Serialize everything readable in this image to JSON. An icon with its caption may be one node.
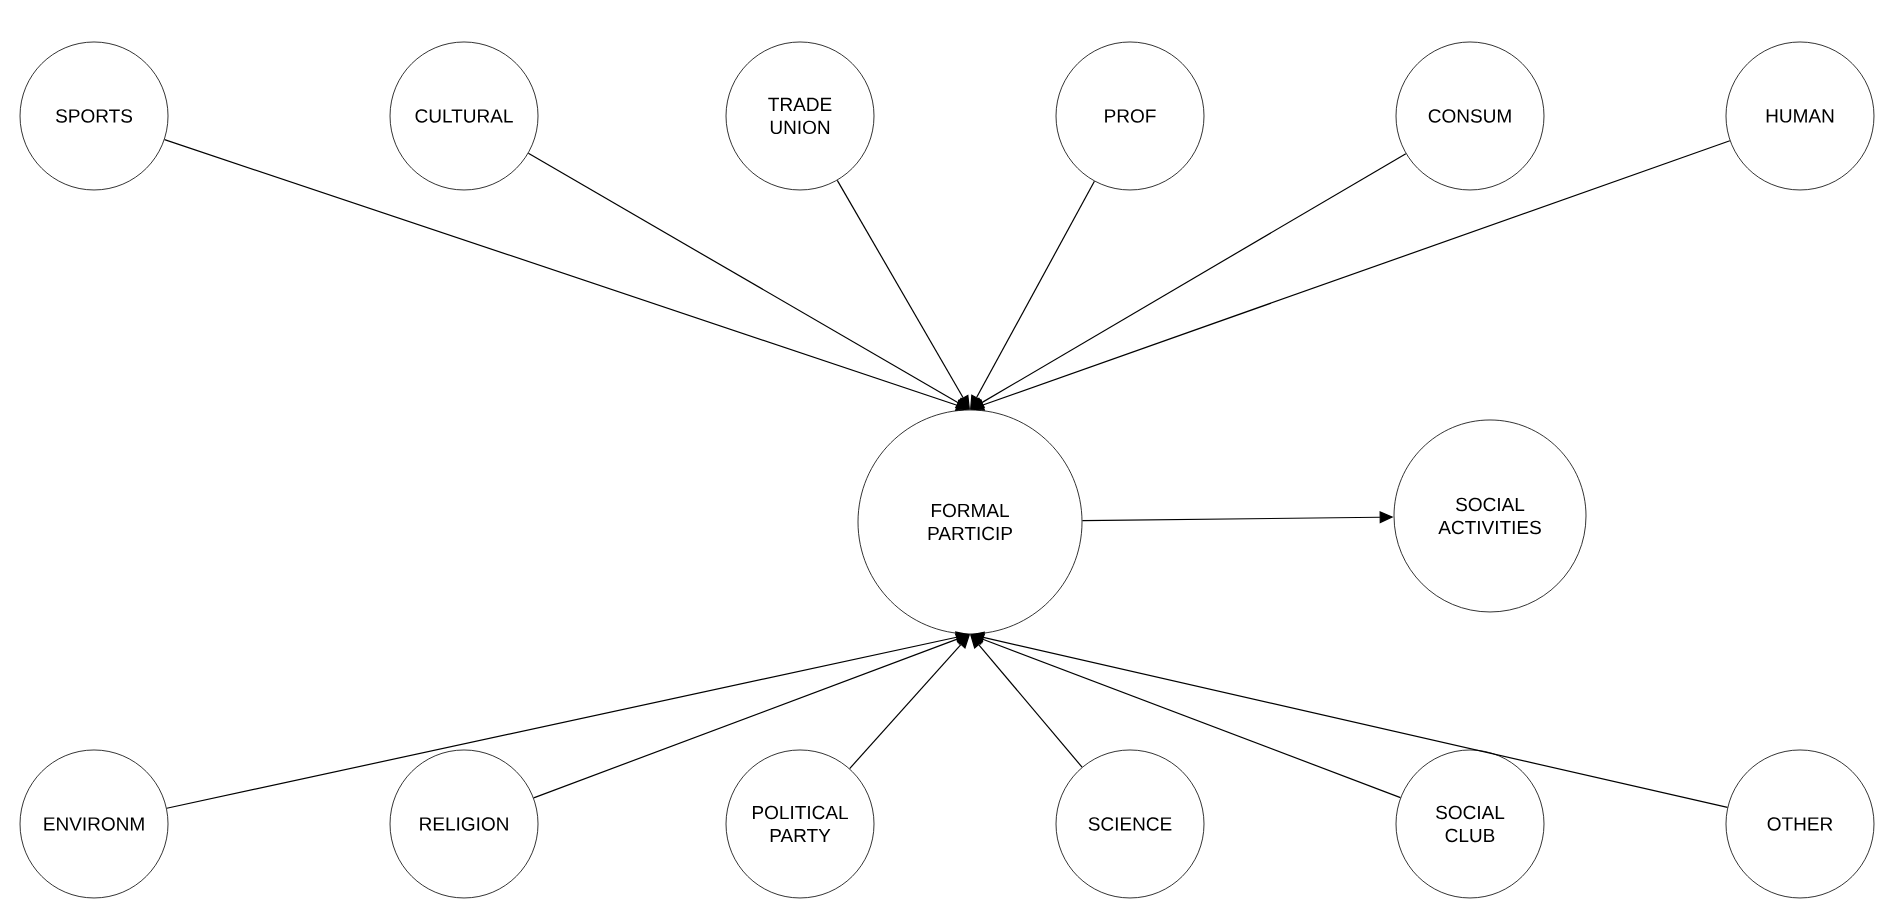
{
  "diagram": {
    "nodes": [
      {
        "text": [
          "SPORTS"
        ]
      },
      {
        "text": [
          "CULTURAL"
        ]
      },
      {
        "text": [
          "TRADE UNION"
        ]
      },
      {
        "text": [
          "PROF"
        ]
      },
      {
        "text": [
          "CONSUM"
        ]
      },
      {
        "text": [
          "HUMAN"
        ]
      },
      {
        "text": [
          "FORMAL PARTICIP"
        ]
      },
      {
        "text": [
          "SOCIAL ACTIVITIES"
        ]
      },
      {
        "text": [
          "ENVIRONM"
        ]
      },
      {
        "text": [
          "RELIGION"
        ]
      },
      {
        "text": [
          "POLITICAL PARTY"
        ]
      },
      {
        "text": [
          "SCIENCE"
        ]
      },
      {
        "text": [
          "SOCIAL CLUB"
        ]
      },
      {
        "text": [
          "OTHER"
        ]
      }
    ],
    "edges": [
      {
        "from": 0,
        "to": 6,
        "arrow": "to"
      },
      {
        "from": 1,
        "to": 6,
        "arrow": "to"
      },
      {
        "from": 2,
        "to": 6,
        "arrow": "to"
      },
      {
        "from": 3,
        "to": 6,
        "arrow": "to"
      },
      {
        "from": 4,
        "to": 6,
        "arrow": "to"
      },
      {
        "from": 5,
        "to": 6,
        "arrow": "to"
      },
      {
        "from": 6,
        "to": 7,
        "arrow": "to"
      },
      {
        "from": 8,
        "to": 6,
        "arrow": "to"
      },
      {
        "from": 9,
        "to": 6,
        "arrow": "to"
      },
      {
        "from": 10,
        "to": 6,
        "arrow": "to"
      },
      {
        "from": 11,
        "to": 6,
        "arrow": "to"
      },
      {
        "from": 12,
        "to": 6,
        "arrow": "to"
      },
      {
        "from": 13,
        "to": 6,
        "arrow": "to"
      }
    ]
  }
}
